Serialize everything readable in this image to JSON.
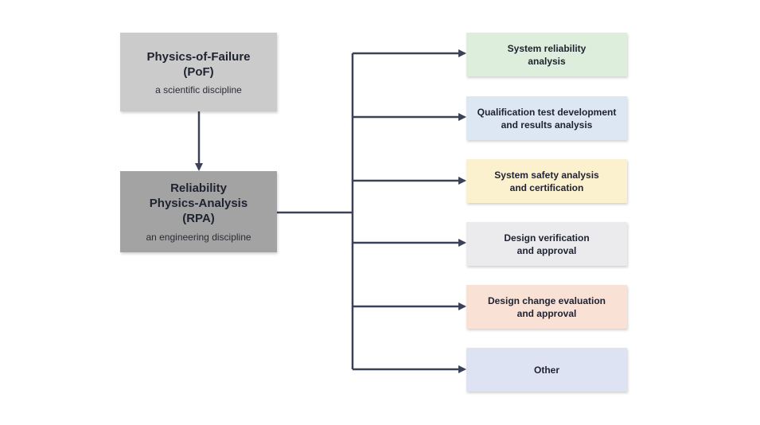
{
  "pof": {
    "title": "Physics-of-Failure\n(PoF)",
    "subtitle": "a scientific discipline",
    "color": "#cbcbcb"
  },
  "rpa": {
    "title": "Reliability\nPhysics-Analysis\n(RPA)",
    "subtitle": "an engineering discipline",
    "color": "#a3a3a3"
  },
  "connector_color": "#3b4258",
  "applications": [
    {
      "label": "System reliability\nanalysis",
      "color": "#ddeedd"
    },
    {
      "label": "Qualification test development\nand results analysis",
      "color": "#dde6f3"
    },
    {
      "label": "System safety analysis\nand certification",
      "color": "#fbf1cf"
    },
    {
      "label": "Design verification\nand approval",
      "color": "#ebebee"
    },
    {
      "label": "Design change evaluation\nand approval",
      "color": "#f9e1d6"
    },
    {
      "label": "Other",
      "color": "#dde3f3"
    }
  ]
}
